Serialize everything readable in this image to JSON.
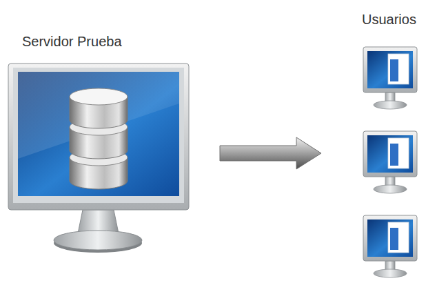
{
  "diagram": {
    "nodes": [
      {
        "text": [
          "Servidor Prueba"
        ]
      },
      {
        "text": [
          "Usuarios"
        ]
      }
    ],
    "edges": [
      {
        "from": 0,
        "to": 1,
        "arrow": "to"
      }
    ]
  }
}
